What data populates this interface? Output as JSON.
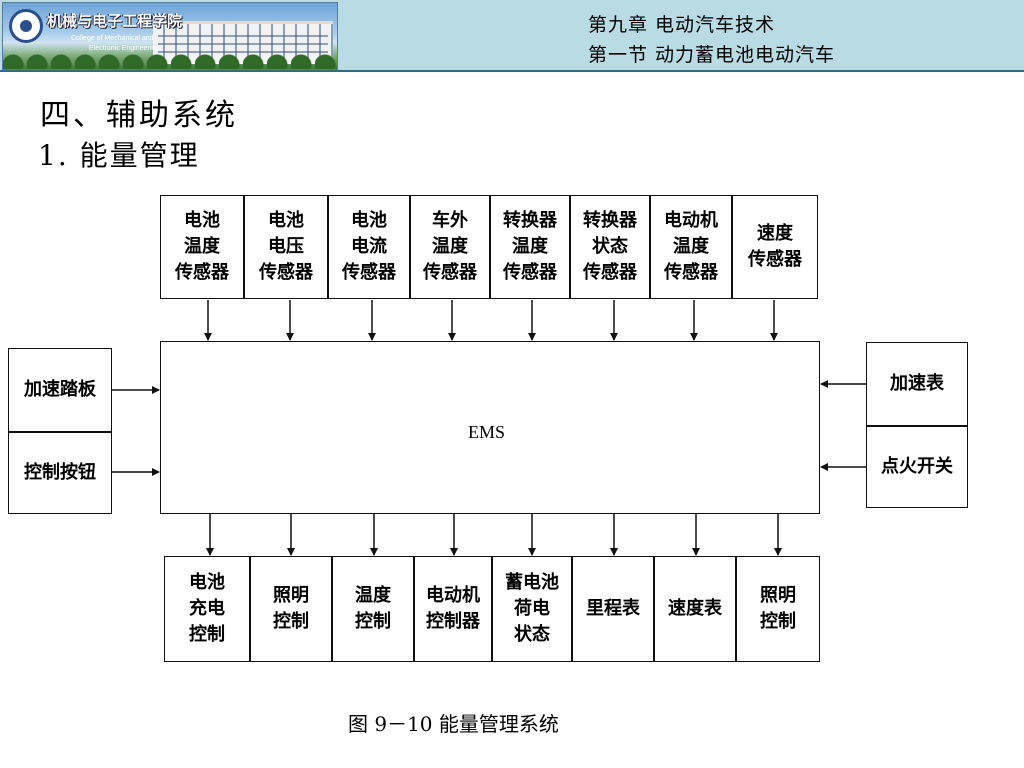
{
  "header": {
    "logo_title": "机械与电子工程学院",
    "logo_subtitle_1": "College of Mechanical and",
    "logo_subtitle_2": "Electronic Engineering",
    "chapter": "第九章  电动汽车技术",
    "section": "第一节   动力蓄电池电动汽车"
  },
  "heading": "四、辅助系统",
  "subheading": "1. 能量管理",
  "diagram": {
    "center": "EMS",
    "top_inputs": [
      "电池\n温度\n传感器",
      "电池\n电压\n传感器",
      "电池\n电流\n传感器",
      "车外\n温度\n传感器",
      "转换器\n温度\n传感器",
      "转换器\n状态\n传感器",
      "电动机\n温度\n传感器",
      "速度\n传感器"
    ],
    "left_inputs": [
      "加速踏板",
      "控制按钮"
    ],
    "right_inputs": [
      "加速表",
      "点火开关"
    ],
    "bottom_outputs": [
      "电池\n充电\n控制",
      "照明\n控制",
      "温度\n控制",
      "电动机\n控制器",
      "蓄电池\n荷电\n状态",
      "里程表",
      "速度表",
      "照明\n控制"
    ]
  },
  "caption": "图 9－10    能量管理系统"
}
